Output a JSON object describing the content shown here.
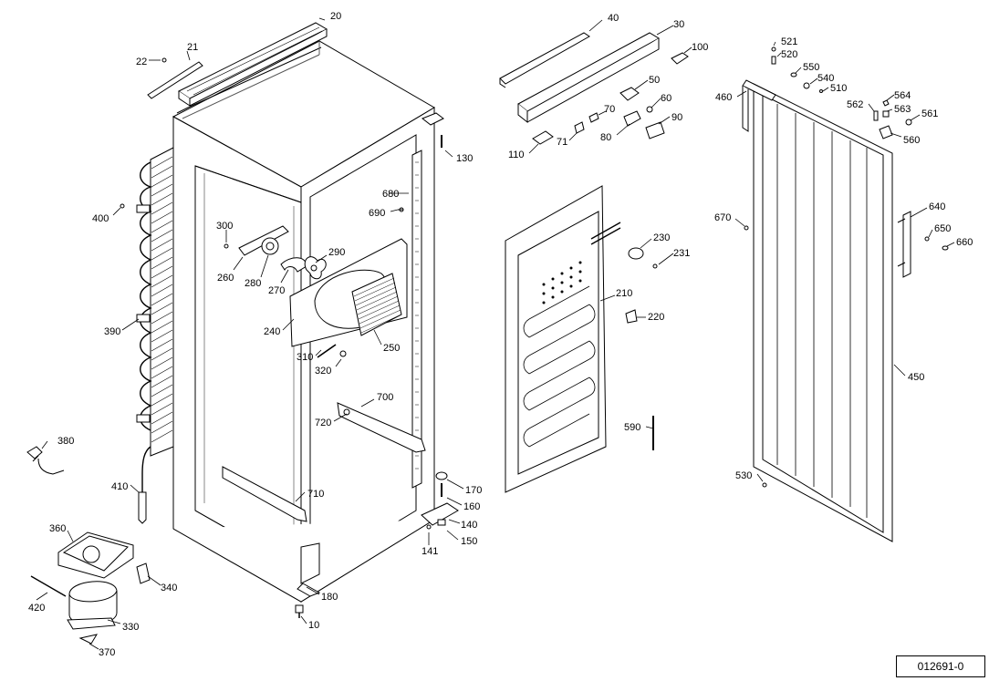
{
  "drawing_number": "012691-0",
  "labels": {
    "l20": "20",
    "l21": "21",
    "l22": "22",
    "l130": "130",
    "l680": "680",
    "l690": "690",
    "l400": "400",
    "l300": "300",
    "l290": "290",
    "l260": "260",
    "l280": "280",
    "l270": "270",
    "l240": "240",
    "l250": "250",
    "l310": "310",
    "l320": "320",
    "l390": "390",
    "l700": "700",
    "l720": "720",
    "l380": "380",
    "l410": "410",
    "l710": "710",
    "l170": "170",
    "l160": "160",
    "l140": "140",
    "l141": "141",
    "l150": "150",
    "l360": "360",
    "l340": "340",
    "l420": "420",
    "l330": "330",
    "l370": "370",
    "l180": "180",
    "l10": "10",
    "l40": "40",
    "l30": "30",
    "l100": "100",
    "l50": "50",
    "l60": "60",
    "l70": "70",
    "l90": "90",
    "l80": "80",
    "l71": "71",
    "l110": "110",
    "l230": "230",
    "l231": "231",
    "l210": "210",
    "l220": "220",
    "l590": "590",
    "l521": "521",
    "l520": "520",
    "l550": "550",
    "l540": "540",
    "l510": "510",
    "l460": "460",
    "l562": "562",
    "l564": "564",
    "l563": "563",
    "l561": "561",
    "l560": "560",
    "l670": "670",
    "l640": "640",
    "l650": "650",
    "l660": "660",
    "l450": "450",
    "l530": "530"
  },
  "colors": {
    "line": "#000000",
    "background": "#ffffff",
    "part_fill": "#ffffff",
    "shade": "#dddddd"
  }
}
